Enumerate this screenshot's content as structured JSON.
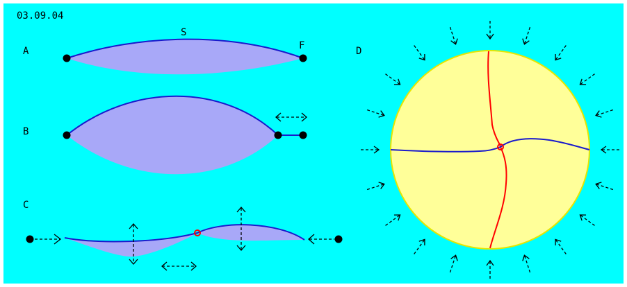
{
  "date_label": "03.09.04",
  "panel_labels": {
    "a": "A",
    "b": "B",
    "c": "C",
    "d": "D"
  },
  "point_labels": {
    "s": "S",
    "f": "F"
  },
  "colors": {
    "background": "#00ffff",
    "lens_fill": "#a8a8f8",
    "curve": "#1a1acc",
    "disk_fill": "#ffff99",
    "disk_edge": "#e6e600",
    "crack": "#ff0000",
    "node": "#000000",
    "arrow": "#000000"
  },
  "icons": {
    "node": "filled-black-dot",
    "junction": "red-open-circle",
    "double_arrow": "dashed-horizontal-double-arrow",
    "vertical_arrow": "dashed-vertical-double-arrow",
    "inward_arrow": "dashed-inward-arrow"
  }
}
